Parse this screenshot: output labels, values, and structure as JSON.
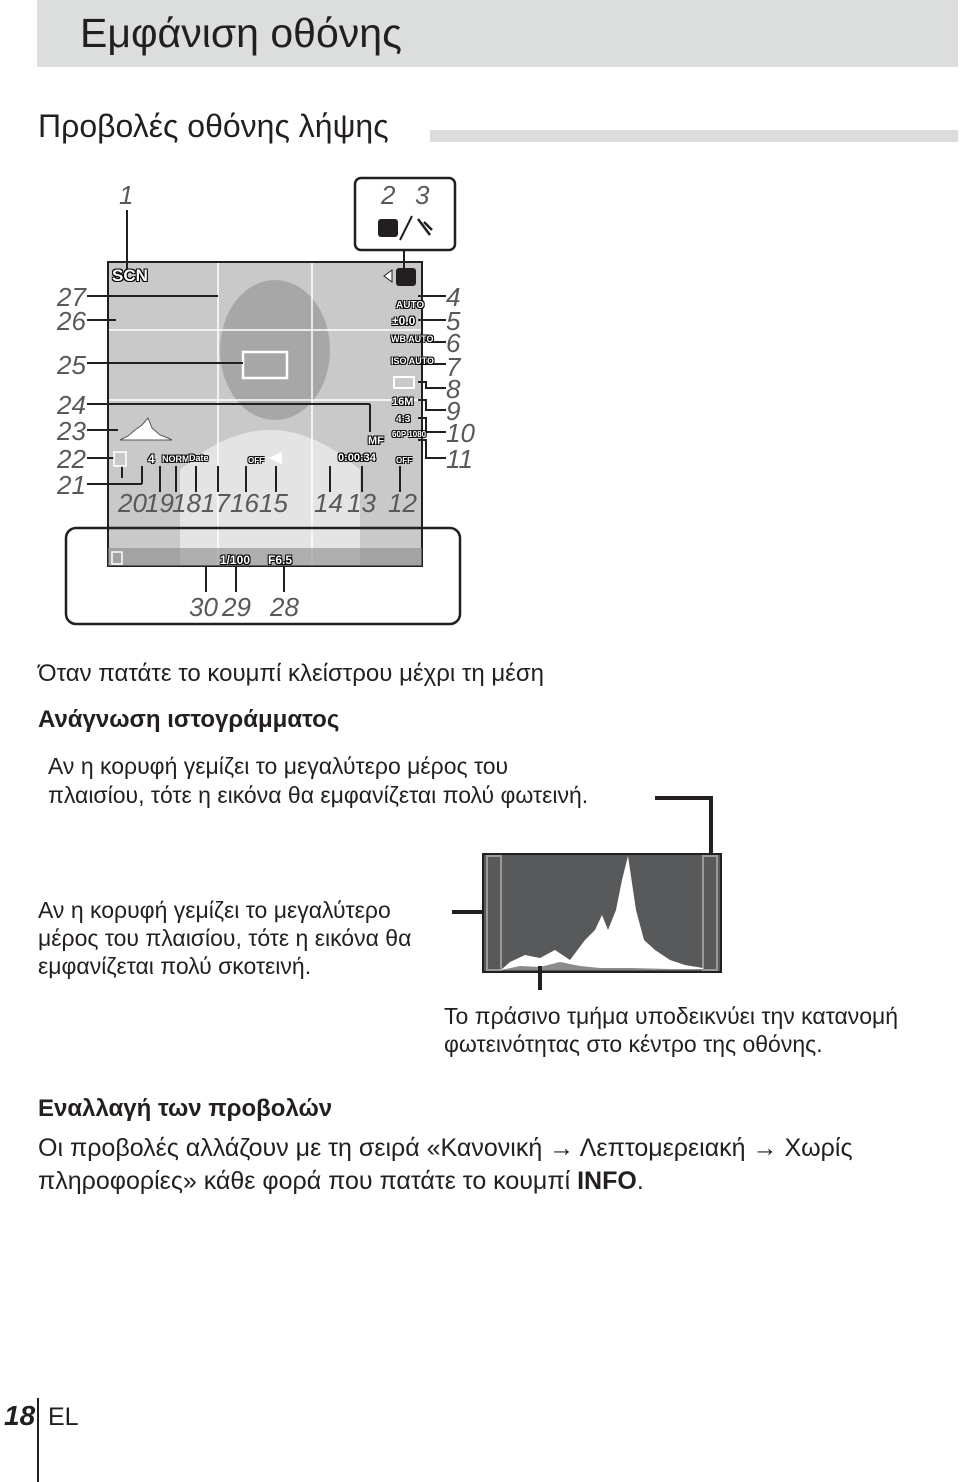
{
  "header": {
    "title": "Εμφάνιση οθόνης"
  },
  "section": {
    "title": "Προβολές οθόνης λήψης"
  },
  "callouts": {
    "n1": "1",
    "n2": "2",
    "n3": "3",
    "n4": "4",
    "n5": "5",
    "n6": "6",
    "n7": "7",
    "n8": "8",
    "n9": "9",
    "n10": "10",
    "n11": "11",
    "n12": "12",
    "n13": "13",
    "n14": "14",
    "n15": "15",
    "n16": "16",
    "n17": "17",
    "n18": "18",
    "n19": "19",
    "n20": "20",
    "n21": "21",
    "n22": "22",
    "n23": "23",
    "n24": "24",
    "n25": "25",
    "n26": "26",
    "n27": "27",
    "n28": "28",
    "n29": "29",
    "n30": "30"
  },
  "screen": {
    "scn": "SCN",
    "flash": "AUTO",
    "exposure": "±0.0",
    "wb": "WB AUTO",
    "iso": "ISO AUTO",
    "image_size": "16M",
    "aspect": "4:3",
    "movie": "60P 1080",
    "mf": "MF",
    "rec_time": "0:00:34",
    "remaining": "4",
    "quality": "NORM",
    "date": "Date",
    "stab_off": "OFF",
    "wind_off": "OFF",
    "shutter": "1/100",
    "aperture": "F6.5"
  },
  "captions": {
    "half_press": "Όταν πατάτε το κουμπί κλείστρου μέχρι τη μέση",
    "histogram_heading": "Ανάγνωση ιστογράμματος",
    "bright_line1": "Αν η κορυφή γεμίζει το μεγαλύτερο μέρος του",
    "bright_line2": "πλαισίου, τότε η εικόνα θα εμφανίζεται πολύ φωτεινή.",
    "dark_line1": "Αν η κορυφή γεμίζει το μεγαλύτερο",
    "dark_line2": "μέρος του πλαισίου, τότε η εικόνα θα",
    "dark_line3": "εμφανίζεται πολύ σκοτεινή.",
    "green_line1": "Το πράσινο τμήμα υποδεικνύει την κατανομή",
    "green_line2": "φωτεινότητας στο κέντρο της οθόνης."
  },
  "switching": {
    "heading": "Εναλλαγή των προβολών",
    "line1": "Οι προβολές αλλάζουν με τη σειρά «Κανονική → Λεπτομερειακή → Χωρίς",
    "line2_prefix": "πληροφορίες» κάθε φορά που πατάτε το κουμπί ",
    "line2_bold": "INFO",
    "line2_suffix": "."
  },
  "footer": {
    "page": "18",
    "lang": "EL"
  },
  "colors": {
    "header_bg": "#dcdddd",
    "callout": "#58595b",
    "text": "#231f20"
  }
}
